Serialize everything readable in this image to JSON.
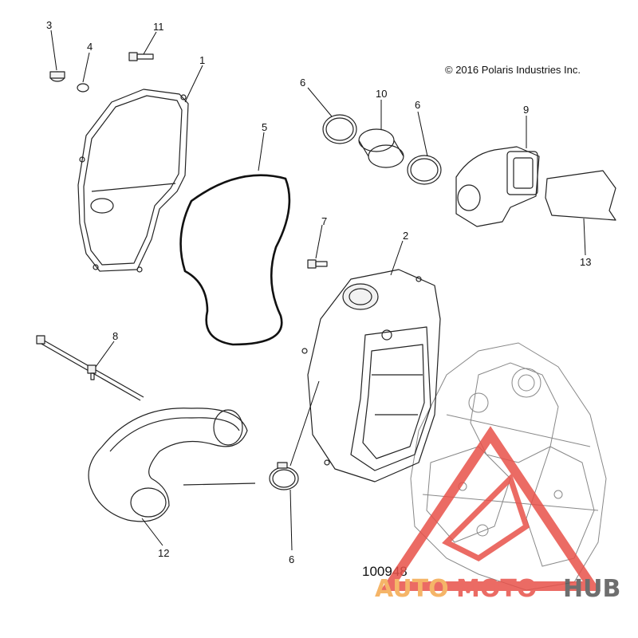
{
  "copyright": "© 2016 Polaris Industries Inc.",
  "figure_number": "100948",
  "watermark": {
    "part1": "AUTO",
    "part2": "MOTO",
    "part3": "HUB",
    "color_primary": "#f4a94e",
    "color_secondary": "#e8524a",
    "color_tertiary": "#555555"
  },
  "callouts": {
    "c1": "1",
    "c2": "2",
    "c3": "3",
    "c4": "4",
    "c5": "5",
    "c6a": "6",
    "c6b": "6",
    "c6c": "6",
    "c7": "7",
    "c8": "8",
    "c9": "9",
    "c10": "10",
    "c11": "11",
    "c12": "12",
    "c13": "13"
  }
}
